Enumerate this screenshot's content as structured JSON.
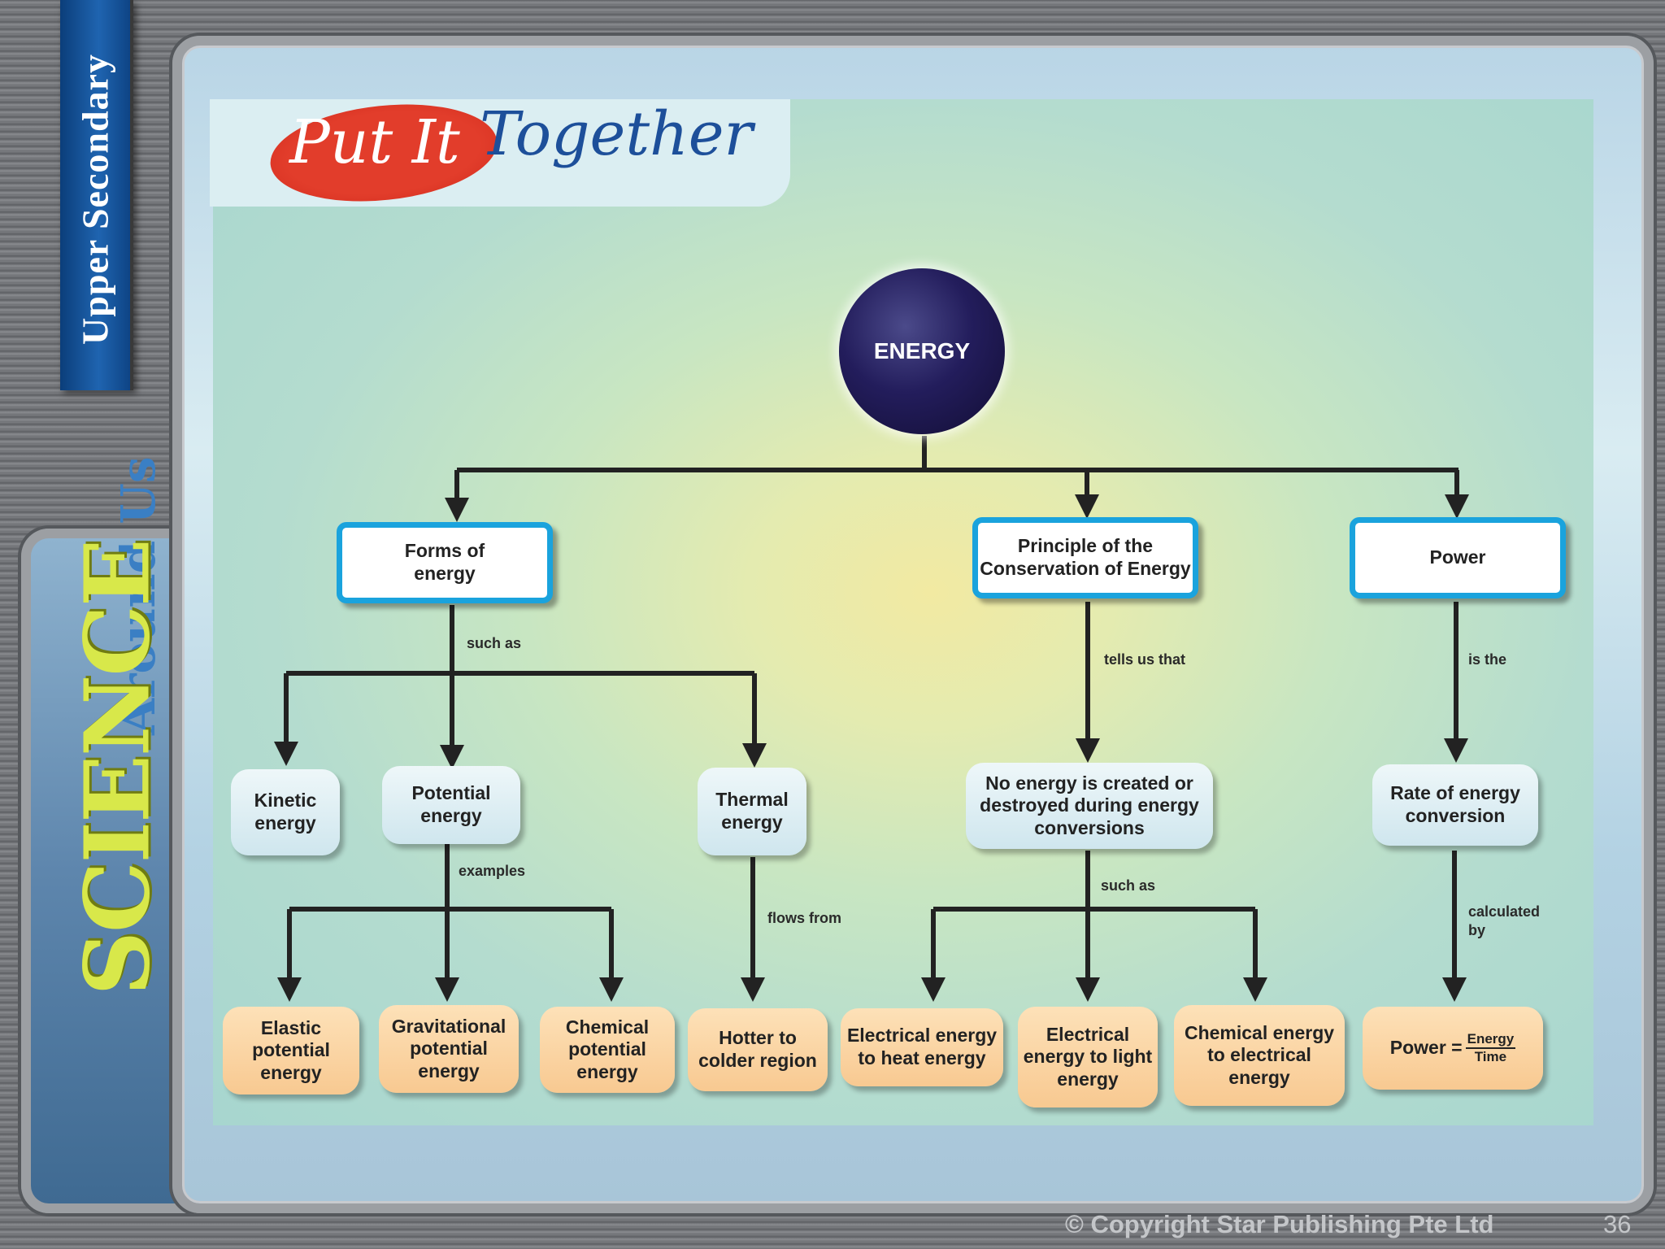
{
  "sidebar": {
    "series_label": "Upper Secondary"
  },
  "brand": {
    "word1": "SCIENCE",
    "word2": "Around Us"
  },
  "header": {
    "title_part1": "Put It",
    "title_part2": "Together"
  },
  "diagram": {
    "root": "ENERGY",
    "branches": {
      "forms": "Forms of energy",
      "principle": "Principle of the Conservation of Energy",
      "power": "Power"
    },
    "edge_labels": {
      "such_as_1": "such as",
      "tells_us_that": "tells us that",
      "is_the": "is the",
      "examples": "examples",
      "flows_from": "flows from",
      "such_as_2": "such as",
      "calculated_by": "calculated by"
    },
    "level2": {
      "kinetic": "Kinetic energy",
      "potential": "Potential energy",
      "thermal": "Thermal energy",
      "no_energy": "No energy is created or destroyed during energy conversions",
      "rate": "Rate of energy conversion"
    },
    "level3": {
      "elastic": "Elastic potential energy",
      "gravitational": "Gravitational potential energy",
      "chemical_potential": "Chemical potential energy",
      "hotter": "Hotter to colder region",
      "elec_heat": "Electrical energy to heat energy",
      "elec_light": "Electrical energy to light energy",
      "chem_elec": "Chemical energy to electrical energy",
      "power_formula": {
        "lhs": "Power =",
        "numerator": "Energy",
        "denominator": "Time"
      }
    }
  },
  "footer": {
    "copyright": "© Copyright Star Publishing Pte Ltd",
    "page_number": "36"
  }
}
